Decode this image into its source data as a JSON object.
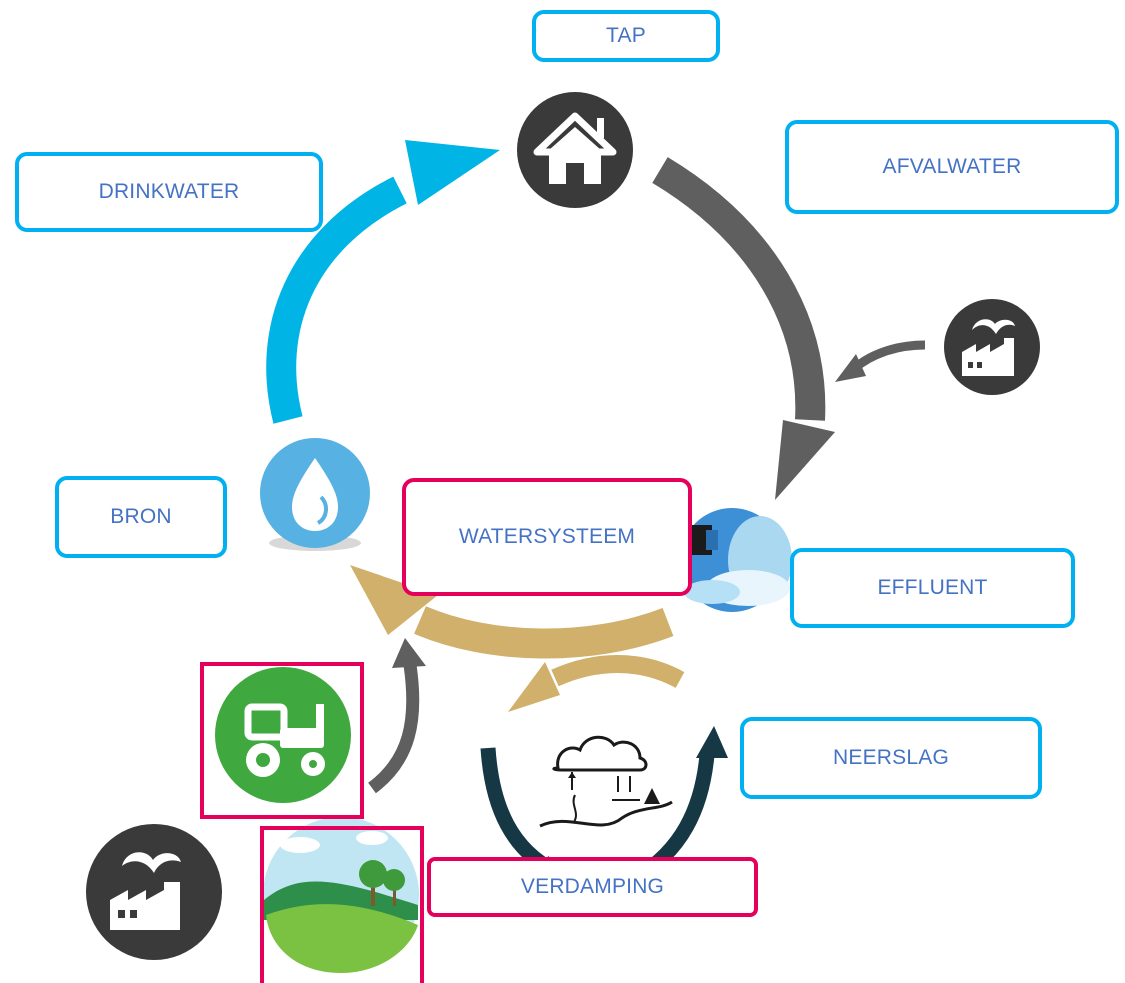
{
  "labels": {
    "tap": "TAP",
    "drinkwater": "DRINKWATER",
    "afvalwater": "AFVALWATER",
    "bron": "BRON",
    "watersysteem": "WATERSYSTEEM",
    "effluent": "EFFLUENT",
    "neerslag": "NEERSLAG",
    "verdamping": "VERDAMPING"
  },
  "icons": [
    "house-icon",
    "factory-icon",
    "water-drop-icon",
    "effluent-pipe-icon",
    "tractor-icon",
    "rain-cloud-icon",
    "landscape-icon"
  ],
  "colors": {
    "label_border_blue": "#00b0f0",
    "label_border_pink": "#e5005b",
    "label_text": "#4472c4",
    "arrow_drinkwater": "#00b4e6",
    "arrow_afvalwater": "#5f5f5f",
    "arrow_watersysteem": "#d0b06a",
    "arrow_neerslag": "#163845",
    "icon_dark": "#3a3a3a",
    "icon_drop": "#57b2e3",
    "icon_tractor": "#3fa83e"
  }
}
